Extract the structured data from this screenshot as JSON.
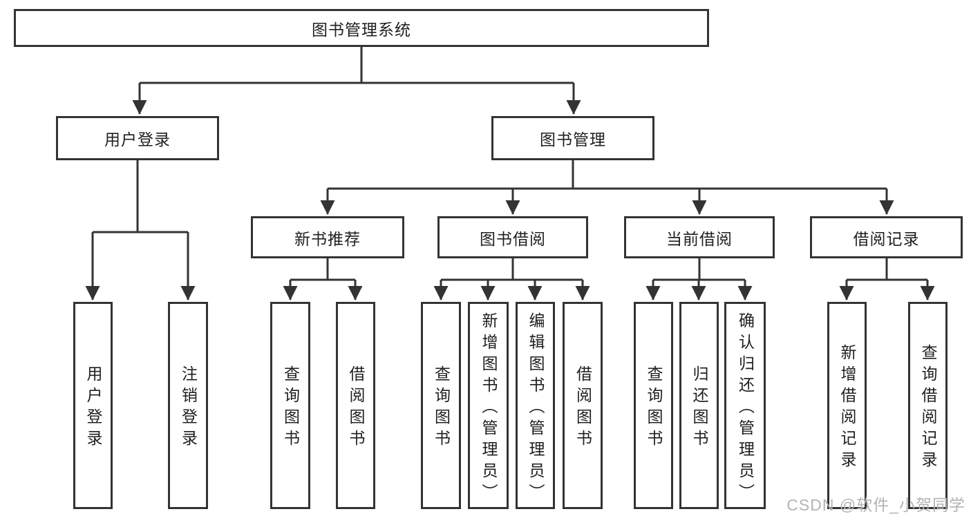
{
  "root": {
    "label": "图书管理系统",
    "children": [
      {
        "label": "用户登录",
        "children": [
          {
            "label": "用户登录"
          },
          {
            "label": "注销登录"
          }
        ]
      },
      {
        "label": "图书管理",
        "children": [
          {
            "label": "新书推荐",
            "children": [
              {
                "label": "查询图书"
              },
              {
                "label": "借阅图书"
              }
            ]
          },
          {
            "label": "图书借阅",
            "children": [
              {
                "label": "查询图书"
              },
              {
                "label": "新增图书（管理员）"
              },
              {
                "label": "编辑图书（管理员）"
              },
              {
                "label": "借阅图书"
              }
            ]
          },
          {
            "label": "当前借阅",
            "children": [
              {
                "label": "查询图书"
              },
              {
                "label": "归还图书"
              },
              {
                "label": "确认归还（管理员）"
              }
            ]
          },
          {
            "label": "借阅记录",
            "children": [
              {
                "label": "新增借阅记录"
              },
              {
                "label": "查询借阅记录"
              }
            ]
          }
        ]
      }
    ]
  },
  "watermark": "CSDN @软件_小贺同学",
  "colors": {
    "line": "#333333",
    "box_border": "#333333",
    "text": "#1f1f1f",
    "background": "#ffffff",
    "watermark": "#b3b3b3"
  }
}
